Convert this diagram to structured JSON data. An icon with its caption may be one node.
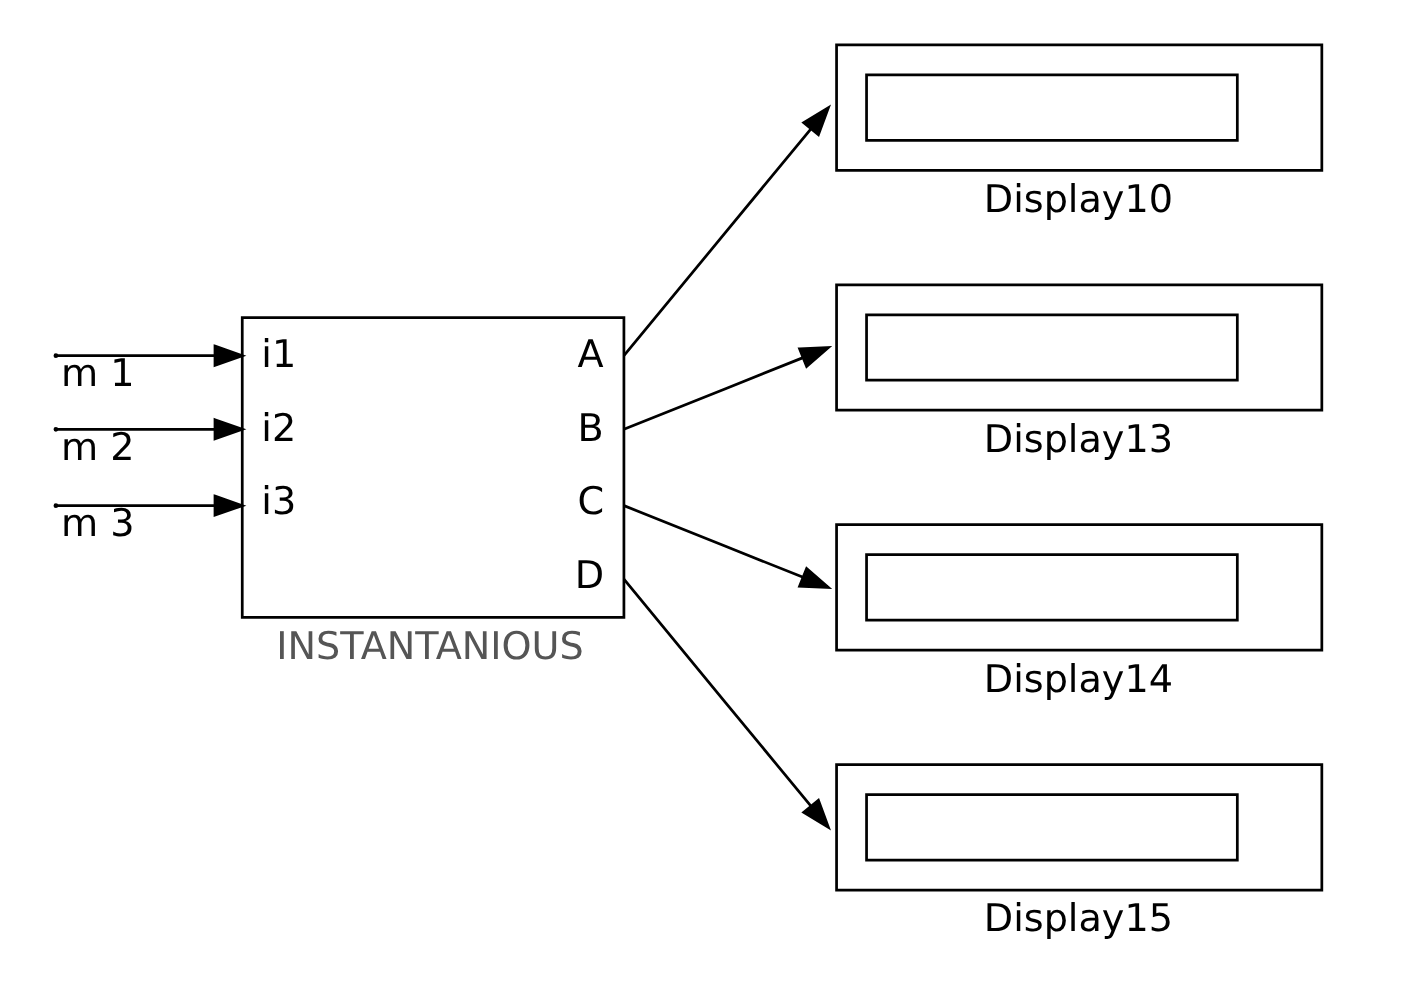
{
  "diagram": {
    "nodes": [
      {
        "text": [
          "i1",
          "i2",
          "i3",
          "A",
          "B",
          "C",
          "D",
          "INSTANTANIOUS"
        ]
      },
      {
        "text": [
          "Display10"
        ]
      },
      {
        "text": [
          "Display13"
        ]
      },
      {
        "text": [
          "Display14"
        ]
      },
      {
        "text": [
          "Display15"
        ]
      }
    ],
    "edges": [
      {
        "from": null,
        "to": 0,
        "arrow": "to",
        "label": "m 1"
      },
      {
        "from": null,
        "to": 0,
        "arrow": "to",
        "label": "m 2"
      },
      {
        "from": null,
        "to": 0,
        "arrow": "to",
        "label": "m 3"
      },
      {
        "from": 0,
        "to": 1,
        "arrow": "to"
      },
      {
        "from": 0,
        "to": 2,
        "arrow": "to"
      },
      {
        "from": 0,
        "to": 3,
        "arrow": "to"
      },
      {
        "from": 0,
        "to": 4,
        "arrow": "to"
      }
    ]
  }
}
